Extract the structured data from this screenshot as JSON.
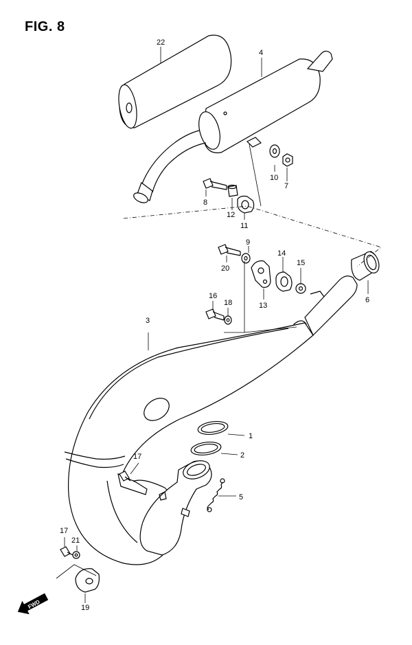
{
  "figure": {
    "title": "FIG. 8"
  },
  "fwd_label": "FWD",
  "callouts": {
    "p1": "1",
    "p2": "2",
    "p3": "3",
    "p4": "4",
    "p5": "5",
    "p6": "6",
    "p7": "7",
    "p8": "8",
    "p9": "9",
    "p10": "10",
    "p11": "11",
    "p12": "12",
    "p13": "13",
    "p14": "14",
    "p15": "15",
    "p16": "16",
    "p17a": "17",
    "p17b": "17",
    "p18": "18",
    "p19": "19",
    "p20": "20",
    "p21": "21",
    "p22": "22"
  }
}
